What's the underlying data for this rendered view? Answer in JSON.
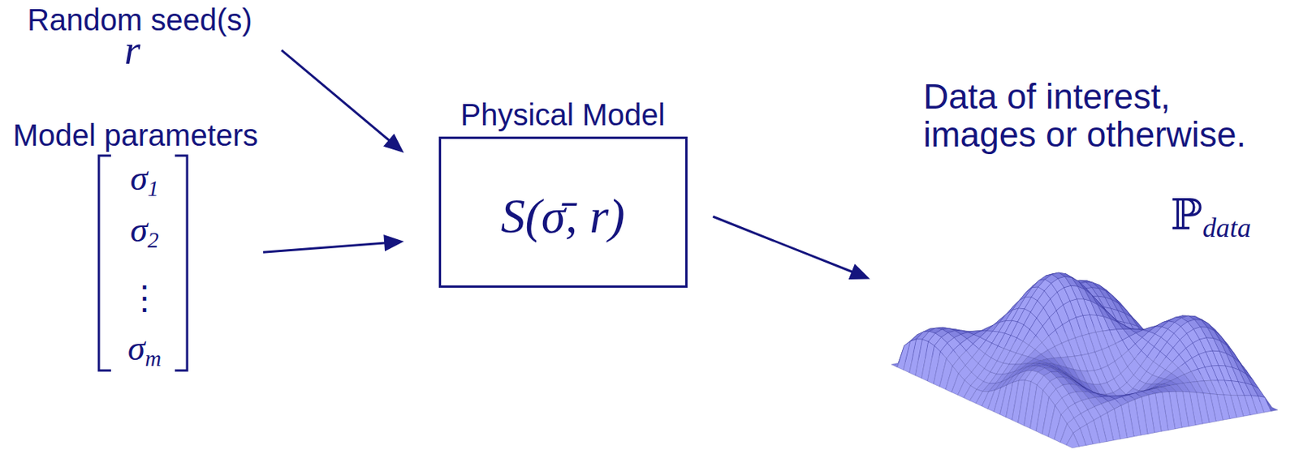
{
  "diagram": {
    "nodes": [
      {
        "text": [
          "Random seed(s)",
          "r"
        ]
      },
      {
        "text": [
          "Model parameters",
          "σ1",
          "σ2",
          "⋮",
          "σm"
        ]
      },
      {
        "text": [
          "Physical Model",
          "S(σ̄, r)"
        ]
      },
      {
        "text": [
          "Data of interest, images or otherwise.",
          "ℙdata"
        ]
      }
    ],
    "edges": [
      {
        "from": 0,
        "to": 2,
        "arrow": "to"
      },
      {
        "from": 1,
        "to": 2,
        "arrow": "to"
      },
      {
        "from": 2,
        "to": 3,
        "arrow": "to"
      }
    ]
  }
}
